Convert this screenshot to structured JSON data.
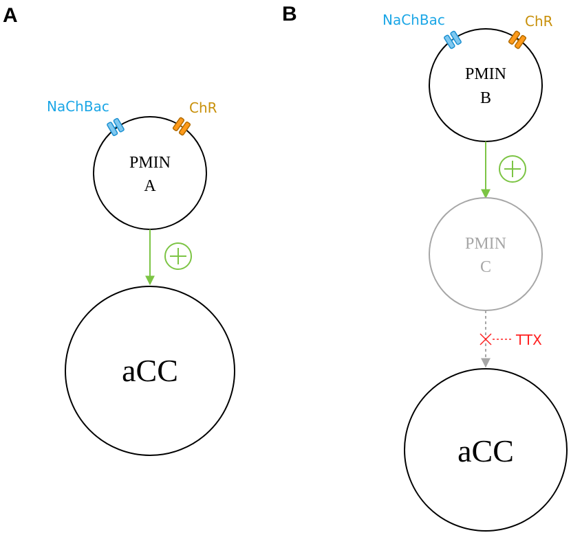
{
  "panel_a": {
    "letter": "A",
    "nachbac_label": "NaChBac",
    "chr_label": "ChR",
    "pmin_line1": "PMIN",
    "pmin_line2": "A",
    "target_label": "aCC"
  },
  "panel_b": {
    "letter": "B",
    "nachbac_label": "NaChBac",
    "chr_label": "ChR",
    "pmin_b_line1": "PMIN",
    "pmin_b_line2": "B",
    "pmin_c_line1": "PMIN",
    "pmin_c_line2": "C",
    "ttx_label": "TTX",
    "target_label": "aCC"
  },
  "colors": {
    "nachbac": "#1ba6e6",
    "chr": "#c8900a",
    "excitatory": "#7cc444",
    "inactive": "#a6a6a6",
    "ttx": "#ff2020"
  },
  "icons": {
    "excitatory": "plus-circle-icon",
    "block": "cross-mark-icon"
  }
}
